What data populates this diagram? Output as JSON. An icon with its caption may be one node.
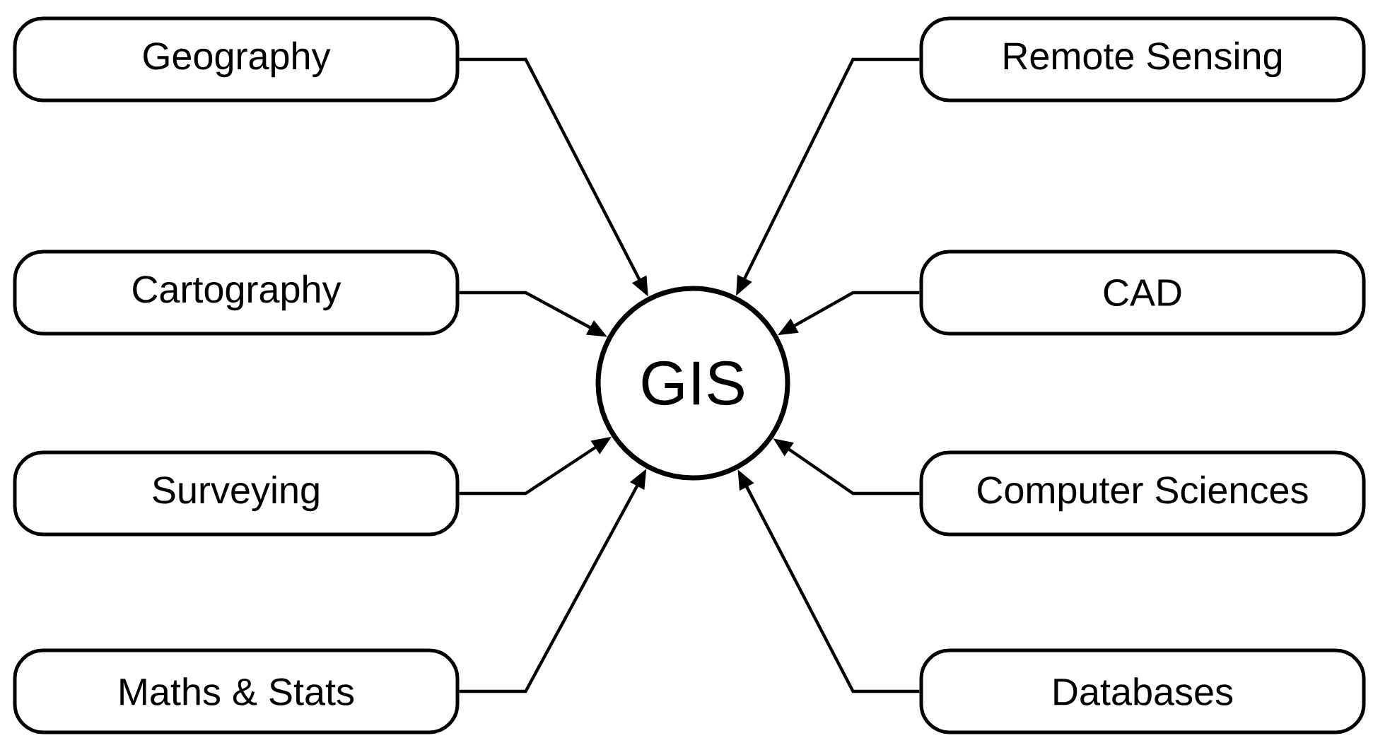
{
  "diagram": {
    "nodes": [
      {
        "text": [
          "Geography"
        ]
      },
      {
        "text": [
          "Remote Sensing"
        ]
      },
      {
        "text": [
          "Cartography"
        ]
      },
      {
        "text": [
          "CAD"
        ]
      },
      {
        "text": [
          "GIS"
        ]
      },
      {
        "text": [
          "Surveying"
        ]
      },
      {
        "text": [
          "Computer Sciences"
        ]
      },
      {
        "text": [
          "Maths & Stats"
        ]
      },
      {
        "text": [
          "Databases"
        ]
      }
    ],
    "edges": [
      {
        "from": 0,
        "to": 4,
        "arrow": "to"
      },
      {
        "from": 1,
        "to": 4,
        "arrow": "to"
      },
      {
        "from": 2,
        "to": 4,
        "arrow": "to"
      },
      {
        "from": 3,
        "to": 4,
        "arrow": "to"
      },
      {
        "from": 5,
        "to": 4,
        "arrow": "to"
      },
      {
        "from": 6,
        "to": 4,
        "arrow": "to"
      },
      {
        "from": 7,
        "to": 4,
        "arrow": "to"
      },
      {
        "from": 8,
        "to": 4,
        "arrow": "to"
      }
    ]
  }
}
